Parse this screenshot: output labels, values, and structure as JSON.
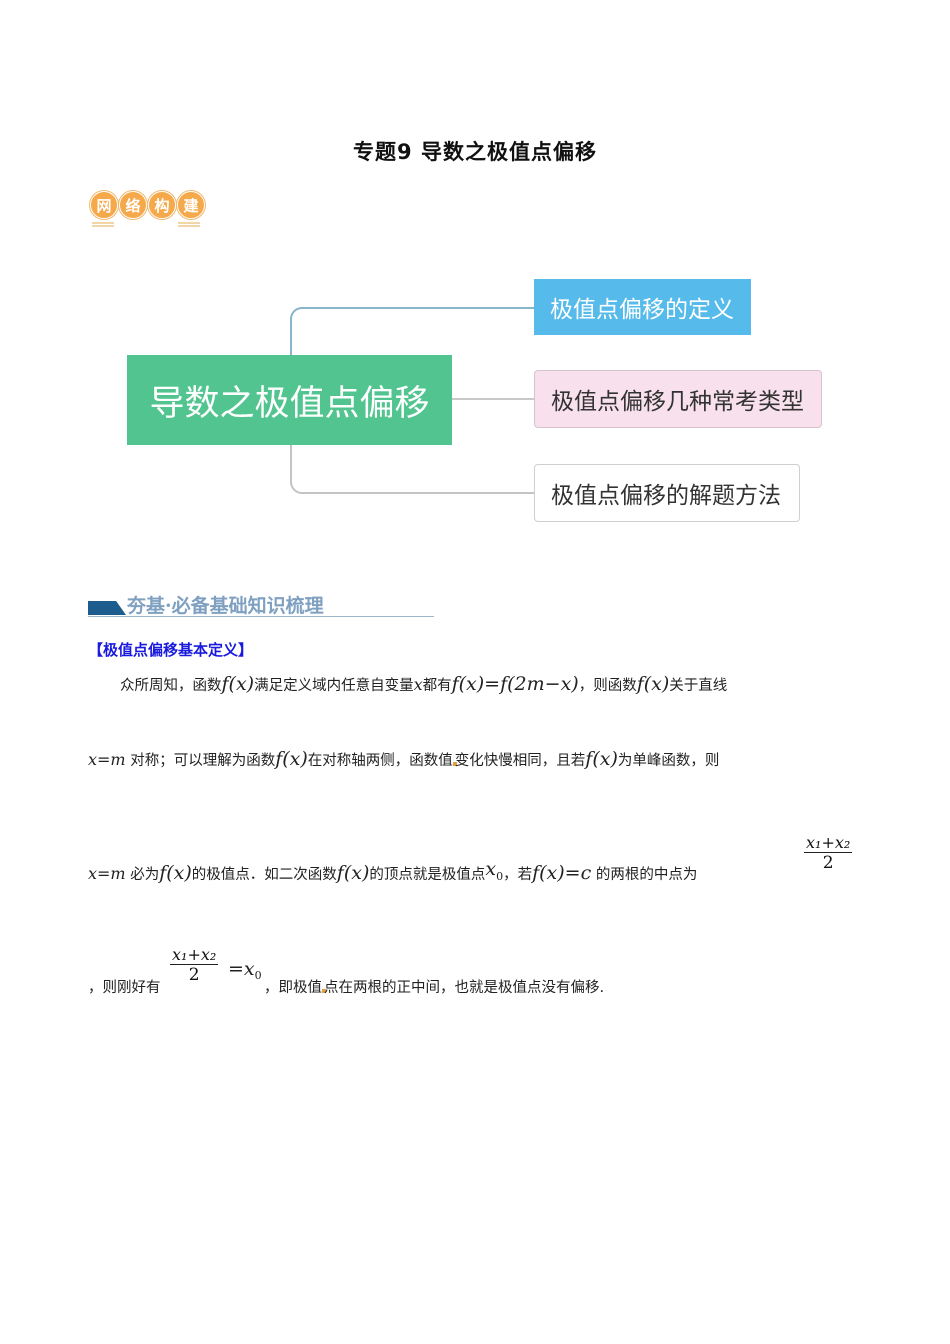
{
  "document": {
    "title": "专题9  导数之极值点偏移",
    "badge": {
      "chars": [
        "网",
        "络",
        "构",
        "建"
      ],
      "color": "#f5a94a"
    }
  },
  "mindmap": {
    "root": {
      "label": "导数之极值点偏移",
      "color": "#52c48f"
    },
    "branches": [
      {
        "label": "极值点偏移的定义",
        "color": "#56bbea"
      },
      {
        "label": "极值点偏移几种常考类型",
        "color": "#f8e1ec"
      },
      {
        "label": "极值点偏移的解题方法",
        "color": "#ffffff"
      }
    ]
  },
  "section": {
    "title": "夯基·必备基础知识梳理",
    "subheading": "【极值点偏移基本定义】"
  },
  "paragraph": {
    "l1": {
      "a": "众所周知，函数",
      "fx1": "f(x)",
      "b": "满足定义域内任意自变量",
      "x": "x",
      "c": "都有",
      "eq": "f(x)=f(2m−x)",
      "d": "，则函数",
      "fx2": "f(x)",
      "e": "关于直线"
    },
    "l2": {
      "xm": "x=m",
      "a": "对称；可以理解为函数",
      "fx1": "f(x)",
      "b": "在对称轴两侧，函数值",
      "c": "变化快慢相同，且若",
      "fx2": "f(x)",
      "d": "为单峰函数，则"
    },
    "l3": {
      "xm": "x=m",
      "a": "必为",
      "fx1": "f(x)",
      "b": "的极值点．如二次函数",
      "fx2": "f(x)",
      "c": "的顶点就是极值点",
      "x0": "x",
      "x0sub": "0",
      "d": "，若",
      "eq": "f(x)=c",
      "e": "的两根的中点为",
      "frac_num": "x₁+x₂",
      "frac_den": "2"
    },
    "l4": {
      "a": "，则刚好有",
      "frac_num": "x₁+x₂",
      "frac_den": "2",
      "eq": "=x",
      "eqsub": "0",
      "b": "，即极值",
      "c": "点在两根的正中间，也就是极值点没有偏移."
    }
  }
}
